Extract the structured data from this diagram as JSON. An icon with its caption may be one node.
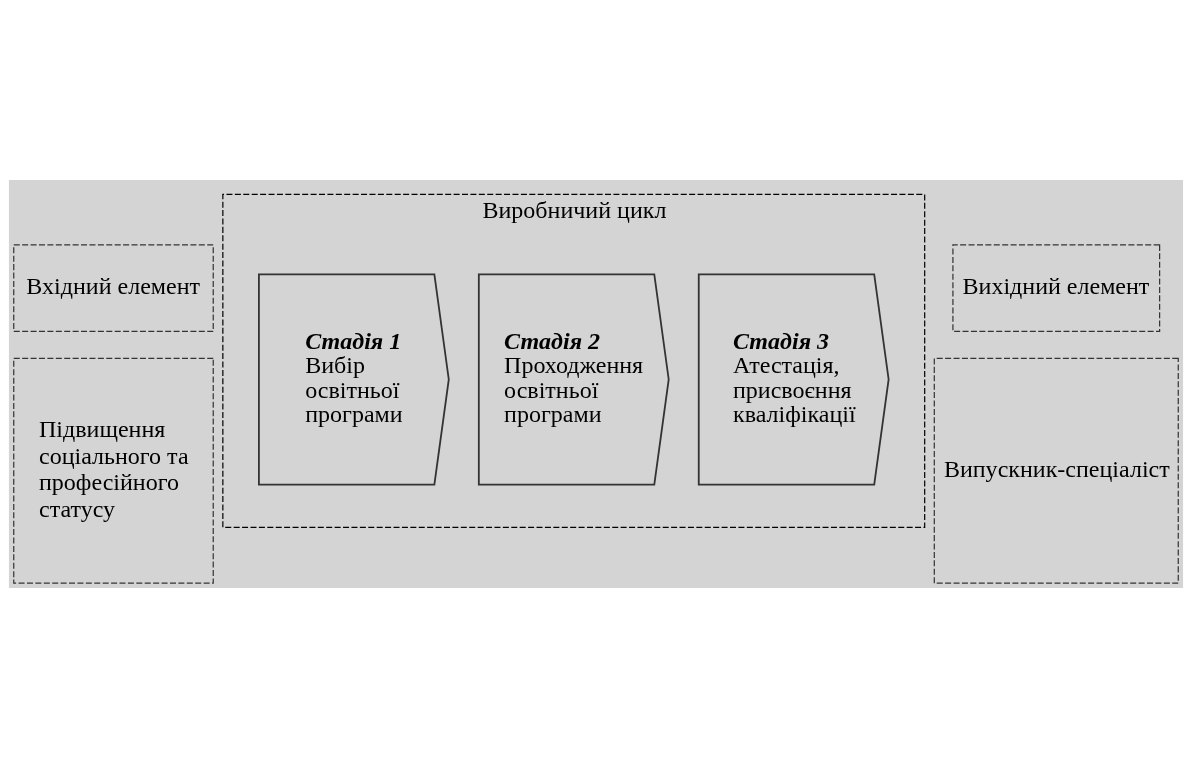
{
  "diagram": {
    "nodes": [
      {
        "text": [
          "Вхідний елемент"
        ]
      },
      {
        "text": [
          "Виробничий цикл"
        ]
      },
      {
        "text": [
          "Вихідний елемент"
        ]
      },
      {
        "text": [
          "Підвищення соціального та професійного статусу"
        ]
      },
      {
        "text": [
          "Стадія 1",
          "Вибір освітньої програми"
        ],
        "in": 1
      },
      {
        "text": [
          "Стадія 2",
          "Проходження освітньої програми"
        ],
        "in": 1
      },
      {
        "text": [
          "Стадія 3",
          "Атестація, присвоєння кваліфікації"
        ],
        "in": 1
      },
      {
        "text": [
          "Випускник-спеціаліст"
        ]
      }
    ],
    "edges": []
  }
}
